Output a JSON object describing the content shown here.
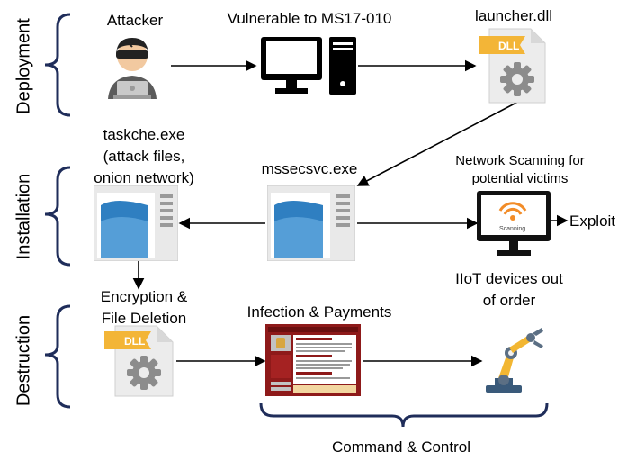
{
  "phases": {
    "deployment": "Deployment",
    "installation": "Installation",
    "destruction": "Destruction"
  },
  "nodes": {
    "attacker": "Attacker",
    "vulnerable": "Vulnerable to MS17-010",
    "launcher": "launcher.dll",
    "taskche_line1": "taskche.exe",
    "taskche_line2": "(attack files,",
    "taskche_line3": "onion network)",
    "mssecsvc": "mssecsvc.exe",
    "scan_line1": "Network Scanning for",
    "scan_line2": "potential victims",
    "exploit": "Exploit",
    "iiot_line1": "IIoT devices out",
    "iiot_line2": "of order",
    "encrypt_line1": "Encryption &",
    "encrypt_line2": "File Deletion",
    "infection": "Infection & Payments",
    "cnc": "Command & Control",
    "dll_badge": "DLL",
    "scanning_screen": "Scanning..."
  },
  "colors": {
    "bracket": "#1f2d5a",
    "dll_tab": "#f3b537",
    "gear": "#8c8c8c",
    "ransom_red": "#8e1a1a"
  }
}
